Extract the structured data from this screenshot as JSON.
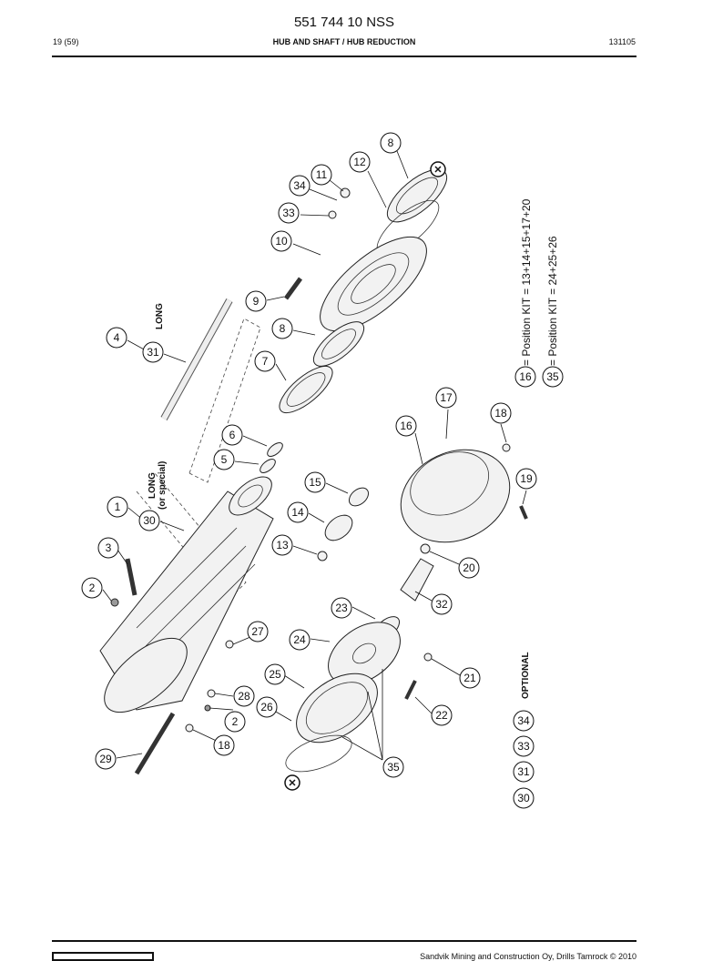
{
  "header": {
    "doc_number": "551 744 10 NSS",
    "page_ref": "19 (59)",
    "section_title": "HUB AND SHAFT / HUB REDUCTION",
    "date_code": "131105"
  },
  "footer": {
    "copyright": "Sandvik Mining and Construction Oy, Drills Tamrock © 2010"
  },
  "drawing": {
    "labels": {
      "long": "LONG",
      "long_special": "LONG",
      "or_special": "(or special)",
      "optional": "OPTIONAL",
      "kit1": "= Position KIT = 13+14+15+17+20",
      "kit2": "= Position KIT = 24+25+26"
    },
    "callouts": {
      "c1": "1",
      "c2a": "2",
      "c2b": "2",
      "c3": "3",
      "c4": "4",
      "c5": "5",
      "c6": "6",
      "c7": "7",
      "c8a": "8",
      "c8b": "8",
      "c9": "9",
      "c10": "10",
      "c11": "11",
      "c12": "12",
      "c13": "13",
      "c14": "14",
      "c15": "15",
      "c16a": "16",
      "c16b": "16",
      "c17": "17",
      "c18a": "18",
      "c18b": "18",
      "c19": "19",
      "c20": "20",
      "c21": "21",
      "c22": "22",
      "c23": "23",
      "c24": "24",
      "c25": "25",
      "c26": "26",
      "c27": "27",
      "c28": "28",
      "c29": "29",
      "c30a": "30",
      "c30b": "30",
      "c31a": "31",
      "c31b": "31",
      "c32": "32",
      "c33a": "33",
      "c33b": "33",
      "c34a": "34",
      "c34b": "34",
      "c35a": "35",
      "c35b": "35"
    }
  }
}
